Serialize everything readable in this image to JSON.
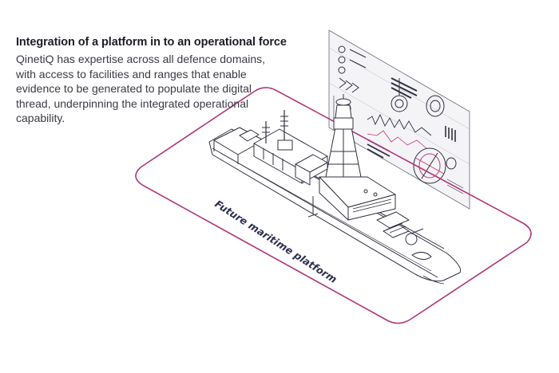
{
  "caption": {
    "title": "Integration of a platform in to an operational force",
    "body": "QinetiQ has expertise across all defence domains, with access to facilities and ranges that enable evidence to be generated to populate the digital thread, underpinning the integrated operational capability."
  },
  "platform": {
    "label": "Future maritime platform"
  },
  "colors": {
    "platform_outline": "#b3357a",
    "line_art": "#2f3040",
    "hud_panel": "#f4f4f7"
  }
}
